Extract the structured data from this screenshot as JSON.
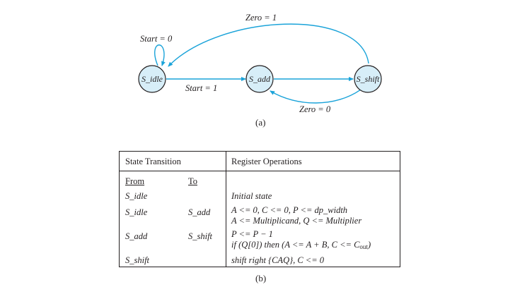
{
  "fsm": {
    "states": [
      "S_idle",
      "S_add",
      "S_shift"
    ],
    "transitions": {
      "idle_self": "Start = 0",
      "idle_to_add": "Start = 1",
      "shift_to_idle": "Zero = 1",
      "shift_to_add": "Zero = 0"
    },
    "colors": {
      "accent": "#1aa3d9",
      "state_fill": "#d7eef8",
      "stroke": "#231f20"
    }
  },
  "captions": {
    "a": "(a)",
    "b": "(b)"
  },
  "table": {
    "col_header_1": "State Transition",
    "col_header_2": "Register Operations",
    "from_label": "From",
    "to_label": "To",
    "rows": [
      {
        "from": "S_idle",
        "to": "",
        "ops": [
          "Initial state"
        ]
      },
      {
        "from": "S_idle",
        "to": "S_add",
        "ops": [
          "A <= 0, C <= 0, P <= dp_width",
          "A <= Multiplicand, Q <= Multiplier"
        ]
      },
      {
        "from": "S_add",
        "to": "S_shift",
        "ops": [
          "P <= P − 1",
          "if (Q[0]) then (A <= A + B, C <= C",
          "out",
          ")"
        ]
      },
      {
        "from": "S_shift",
        "to": "",
        "ops": [
          "shift right {CAQ}, C <= 0"
        ]
      }
    ]
  }
}
